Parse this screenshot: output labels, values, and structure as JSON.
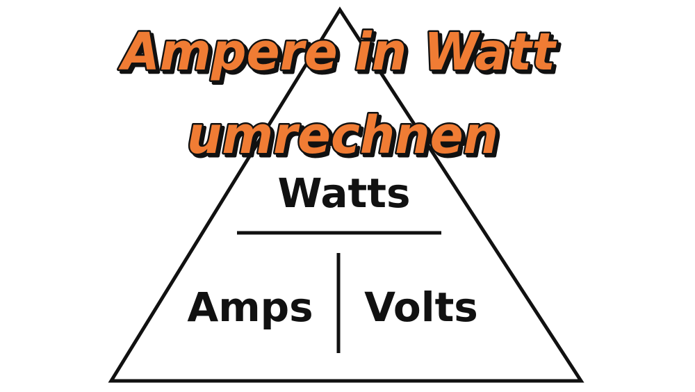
{
  "title": {
    "line1": "Ampere in Watt",
    "line2": "umrechnen"
  },
  "triangle": {
    "top_label": "Watts",
    "bottom_left_label": "Amps",
    "bottom_right_label": "Volts"
  },
  "colors": {
    "title_fill": "#F07C34",
    "title_outline": "#111111",
    "shadow": "#111111",
    "lines": "#111111",
    "background": "#FFFFFF"
  }
}
